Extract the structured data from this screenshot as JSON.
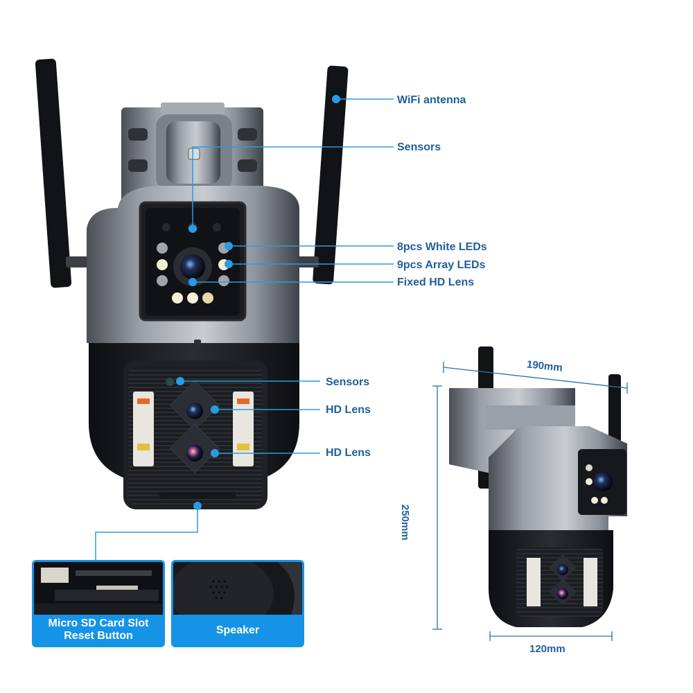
{
  "colors": {
    "accent": "#1593e6",
    "label_text": "#1f5f9a",
    "callout_line": "#2a9be3"
  },
  "callouts": {
    "wifi_antenna": "WiFi antenna",
    "sensors_top": "Sensors",
    "white_leds": "8pcs White LEDs",
    "array_leds": "9pcs Array LEDs",
    "fixed_hd_lens": "Fixed HD Lens",
    "sensors_bottom": "Sensors",
    "hd_lens_1": "HD Lens",
    "hd_lens_2": "HD Lens"
  },
  "cards": {
    "sd_card": {
      "line1": "Micro SD Card Slot",
      "line2": "Reset Button"
    },
    "speaker": {
      "label": "Speaker"
    }
  },
  "dimensions": {
    "width": "190mm",
    "height": "250mm",
    "depth": "120mm"
  }
}
